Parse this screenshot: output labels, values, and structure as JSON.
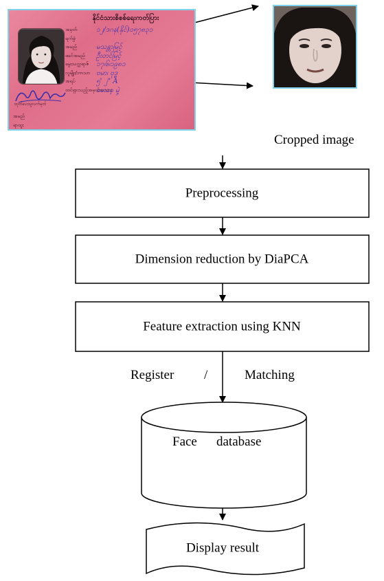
{
  "id_card": {
    "header": "နိုင်ငံသားစိစစ်ရေးကတ်ပြား",
    "rows": [
      {
        "label": "အမှတ်",
        "value": "၁၂/ဒဂန(နိုင်)၀၅၇၈၃၁"
      },
      {
        "label": "ရက်စွဲ",
        "value": ""
      },
      {
        "label": "အမည်",
        "value": "မသန္တာမြင့်"
      },
      {
        "label": "ဖခင်အမည်",
        "value": "ဦးတင်မြင့်"
      },
      {
        "label": "မွေးသက္ကရာဇ်",
        "value": "၁၇၊၆၊၁၉၈၁"
      },
      {
        "label": "လူမျိုး/ဘာသာ",
        "value": "ဗမာ၊ ဗုဒ္ဓ"
      },
      {
        "label": "အရပ်",
        "value": "၅'  ၂\"    A"
      },
      {
        "label": "ထင်ရှားသည့်အမှတ်အသား",
        "value": "မေးစေ့ မှဲ့"
      }
    ],
    "signature_caption": "ထုတ်ပေးသူလက်မှတ်",
    "bottom_labels": [
      "အမည်",
      "ရာထူး"
    ]
  },
  "cropped_caption": "Cropped image",
  "steps": {
    "preprocessing": "Preprocessing",
    "dimension_reduction": "Dimension reduction by DiaPCA",
    "feature_extraction": "Feature extraction using KNN"
  },
  "branch": {
    "register": "Register",
    "separator": "/",
    "matching": "Matching"
  },
  "database": {
    "word1": "Face",
    "word2": "database"
  },
  "output": {
    "label": "Display result"
  },
  "colors": {
    "card_pink": "#e27b95",
    "card_border": "#7fd2e8",
    "ink_blue": "#3b2fa8"
  }
}
